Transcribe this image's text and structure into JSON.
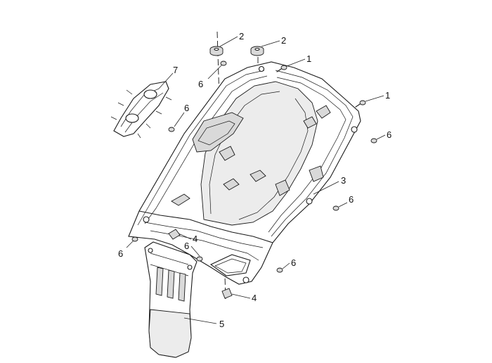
{
  "callouts": [
    {
      "id": "c2a",
      "label": "2"
    },
    {
      "id": "c2b",
      "label": "2"
    },
    {
      "id": "c1a",
      "label": "1"
    },
    {
      "id": "c1b",
      "label": "1"
    },
    {
      "id": "c7",
      "label": "7"
    },
    {
      "id": "c6a",
      "label": "6"
    },
    {
      "id": "c6b",
      "label": "6"
    },
    {
      "id": "c6c",
      "label": "6"
    },
    {
      "id": "c3",
      "label": "3"
    },
    {
      "id": "c6d",
      "label": "6"
    },
    {
      "id": "c6e",
      "label": "6"
    },
    {
      "id": "c6f",
      "label": "6"
    },
    {
      "id": "c4a",
      "label": "4"
    },
    {
      "id": "c6g",
      "label": "6"
    },
    {
      "id": "c4b",
      "label": "4"
    },
    {
      "id": "c5",
      "label": "5"
    }
  ]
}
